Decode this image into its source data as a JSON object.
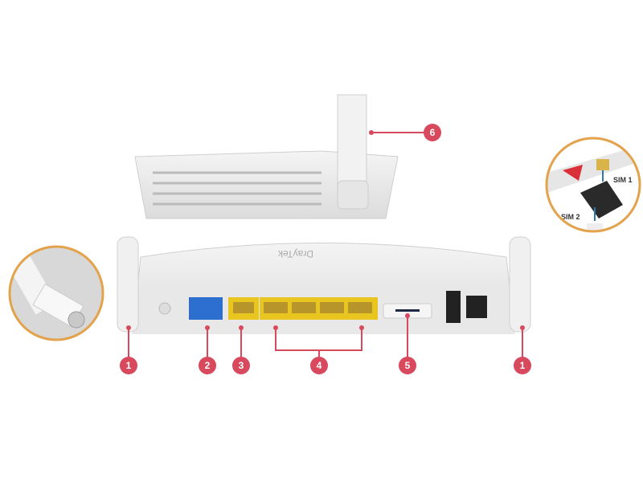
{
  "colors": {
    "callout": "#d8495d",
    "lan_port": "#e8c61f",
    "wan_port": "#2d6fd1",
    "ring": "#e3a24c"
  },
  "callouts": [
    {
      "id": "antenna-left",
      "label": "1"
    },
    {
      "id": "wan-port",
      "label": "2"
    },
    {
      "id": "lan-port-single",
      "label": "3"
    },
    {
      "id": "lan-ports-group",
      "label": "4"
    },
    {
      "id": "sim-slot",
      "label": "5"
    },
    {
      "id": "antenna-right",
      "label": "1"
    },
    {
      "id": "top-antenna",
      "label": "6"
    }
  ],
  "sim_inset": {
    "sim1": "SIM 1",
    "sim2": "SIM 2"
  }
}
